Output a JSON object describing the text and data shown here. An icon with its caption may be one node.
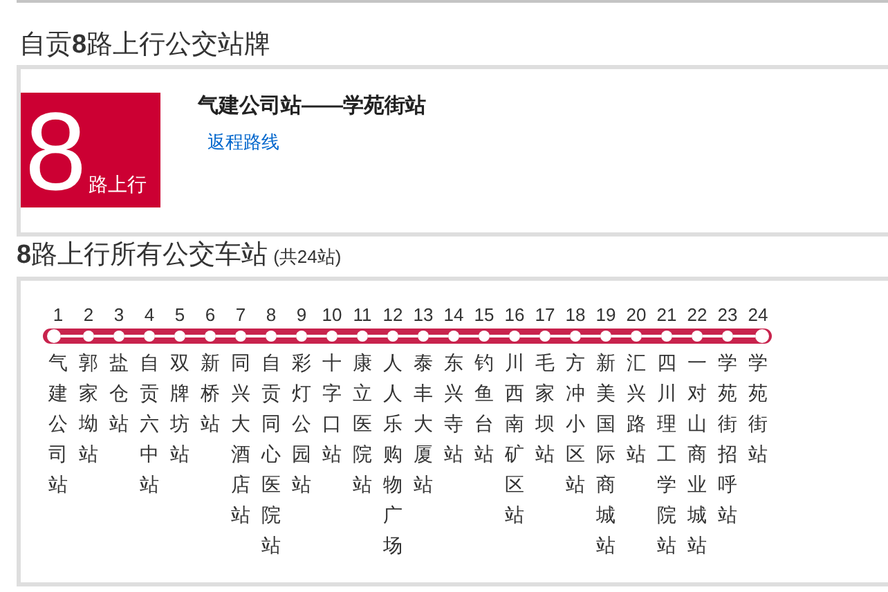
{
  "diagram": {
    "title": "自贡**8**路上行公交站牌",
    "nodes": [
      {
        "text": [
          "气建公司站——学苑街站",
          "返程路线"
        ]
      },
      {
        "text": [
          "8",
          "路上行"
        ],
        "in": 0
      },
      {
        "text": [],
        "shape": "box"
      },
      {
        "text": [],
        "shape": "circle",
        "in": 2,
        "beside": [
          "1",
          "气建公司站"
        ]
      },
      {
        "text": [],
        "shape": "circle",
        "in": 2,
        "beside": [
          "2",
          "郭家坳站"
        ]
      },
      {
        "text": [],
        "shape": "circle",
        "in": 2,
        "beside": [
          "3",
          "盐仓站"
        ]
      },
      {
        "text": [],
        "shape": "circle",
        "in": 2,
        "beside": [
          "4",
          "自贡六中站"
        ]
      },
      {
        "text": [],
        "shape": "circle",
        "in": 2,
        "beside": [
          "5",
          "双牌坊站"
        ]
      },
      {
        "text": [],
        "shape": "circle",
        "in": 2,
        "beside": [
          "6",
          "新桥站"
        ]
      },
      {
        "text": [],
        "shape": "circle",
        "in": 2,
        "beside": [
          "7",
          "同兴大酒店站"
        ]
      },
      {
        "text": [],
        "shape": "circle",
        "in": 2,
        "beside": [
          "8",
          "自贡同心医院站"
        ]
      },
      {
        "text": [],
        "shape": "circle",
        "in": 2,
        "beside": [
          "9",
          "彩灯公园站"
        ]
      },
      {
        "text": [],
        "shape": "circle",
        "in": 2,
        "beside": [
          "10",
          "十字口站"
        ]
      },
      {
        "text": [],
        "shape": "circle",
        "in": 2,
        "beside": [
          "11",
          "康立医院站"
        ]
      },
      {
        "text": [],
        "shape": "circle",
        "in": 2,
        "beside": [
          "12",
          "人人乐购物广场"
        ]
      },
      {
        "text": [],
        "shape": "circle",
        "in": 2,
        "beside": [
          "13",
          "泰丰大厦站"
        ]
      },
      {
        "text": [],
        "shape": "circle",
        "in": 2,
        "beside": [
          "14",
          "东兴寺站"
        ]
      },
      {
        "text": [],
        "shape": "circle",
        "in": 2,
        "beside": [
          "15",
          "钓鱼台站"
        ]
      },
      {
        "text": [],
        "shape": "circle",
        "in": 2,
        "beside": [
          "16",
          "川西南矿区站"
        ]
      },
      {
        "text": [],
        "shape": "circle",
        "in": 2,
        "beside": [
          "17",
          "毛家坝站"
        ]
      },
      {
        "text": [],
        "shape": "circle",
        "in": 2,
        "beside": [
          "18",
          "方冲小区站"
        ]
      },
      {
        "text": [],
        "shape": "circle",
        "in": 2,
        "beside": [
          "19",
          "新美国际商城站"
        ]
      },
      {
        "text": [],
        "shape": "circle",
        "in": 2,
        "beside": [
          "20",
          "汇兴路站"
        ]
      },
      {
        "text": [],
        "shape": "circle",
        "in": 2,
        "beside": [
          "21",
          "四川理工学院站"
        ]
      },
      {
        "text": [],
        "shape": "circle",
        "in": 2,
        "beside": [
          "22",
          "一对山商业城站"
        ]
      },
      {
        "text": [],
        "shape": "circle",
        "in": 2,
        "beside": [
          "23",
          "学苑街招呼站"
        ]
      },
      {
        "text": [],
        "shape": "circle",
        "in": 2,
        "beside": [
          "24",
          "学苑街站"
        ]
      }
    ],
    "edges": [
      {
        "from": 3,
        "to": 4,
        "arrow": "none"
      },
      {
        "from": 4,
        "to": 5,
        "arrow": "none"
      },
      {
        "from": 5,
        "to": 6,
        "arrow": "none"
      },
      {
        "from": 6,
        "to": 7,
        "arrow": "none"
      },
      {
        "from": 7,
        "to": 8,
        "arrow": "none"
      },
      {
        "from": 8,
        "to": 9,
        "arrow": "none"
      },
      {
        "from": 9,
        "to": 10,
        "arrow": "none"
      },
      {
        "from": 10,
        "to": 11,
        "arrow": "none"
      },
      {
        "from": 11,
        "to": 12,
        "arrow": "none"
      },
      {
        "from": 12,
        "to": 13,
        "arrow": "none"
      },
      {
        "from": 13,
        "to": 14,
        "arrow": "none"
      },
      {
        "from": 14,
        "to": 15,
        "arrow": "none"
      },
      {
        "from": 15,
        "to": 16,
        "arrow": "none"
      },
      {
        "from": 16,
        "to": 17,
        "arrow": "none"
      },
      {
        "from": 17,
        "to": 18,
        "arrow": "none"
      },
      {
        "from": 18,
        "to": 19,
        "arrow": "none"
      },
      {
        "from": 19,
        "to": 20,
        "arrow": "none"
      },
      {
        "from": 20,
        "to": 21,
        "arrow": "none"
      },
      {
        "from": 21,
        "to": 22,
        "arrow": "none"
      },
      {
        "from": 22,
        "to": 23,
        "arrow": "none"
      },
      {
        "from": 23,
        "to": 24,
        "arrow": "none"
      },
      {
        "from": 24,
        "to": 25,
        "arrow": "none"
      },
      {
        "from": 25,
        "to": 26,
        "arrow": "none"
      }
    ],
    "labels": [
      "**8**路上行所有公交车站",
      "(共24站)"
    ]
  }
}
